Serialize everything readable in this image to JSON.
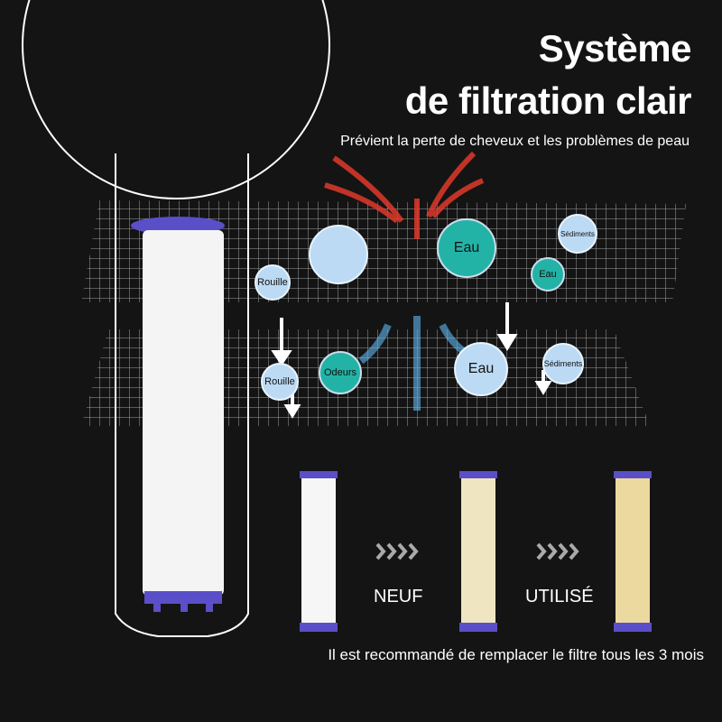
{
  "title": {
    "line1": "Système",
    "line2": "de filtration clair"
  },
  "subtitle": "Prévient la perte de cheveux et les problèmes de peau",
  "top_layer": {
    "rust": "Rouille",
    "water_large": "Eau",
    "water_small": "Eau",
    "sediments": "Sédiments"
  },
  "bottom_layer": {
    "rust": "Rouille",
    "odors": "Odeurs",
    "water": "Eau",
    "sediments": "Sédiments"
  },
  "stages": {
    "new": "NEUF",
    "used": "UTILISÉ"
  },
  "footer": "Il est recommandé de remplacer le filtre tous les 3 mois",
  "colors": {
    "background": "#141414",
    "teal": "#22b3a6",
    "light_blue": "#bcdaf4",
    "filter_cap": "#5a4fc8",
    "used_filter": "#efe0b0",
    "arrows_in": "#e0392b"
  }
}
